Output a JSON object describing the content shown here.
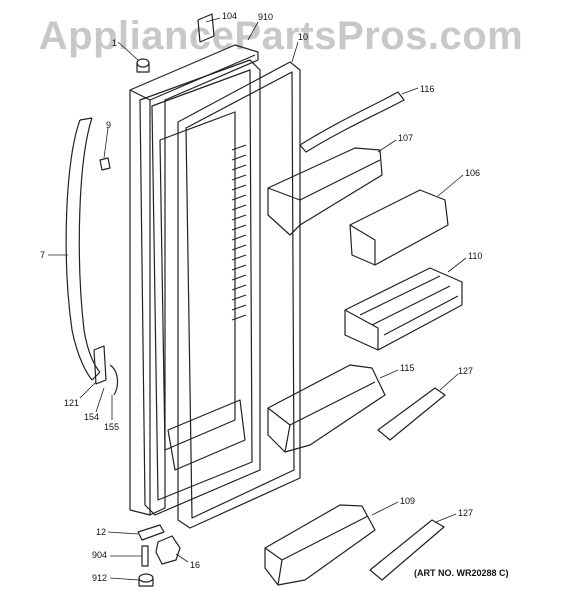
{
  "watermark": "AppliancePartsPros.com",
  "art_number": "(ART NO. WR20288 C)",
  "callouts": [
    {
      "id": "c104",
      "label": "104"
    },
    {
      "id": "c910",
      "label": "910"
    },
    {
      "id": "c10",
      "label": "10"
    },
    {
      "id": "c1",
      "label": "1"
    },
    {
      "id": "c116",
      "label": "116"
    },
    {
      "id": "c9",
      "label": "9"
    },
    {
      "id": "c107",
      "label": "107"
    },
    {
      "id": "c106",
      "label": "106"
    },
    {
      "id": "c7",
      "label": "7"
    },
    {
      "id": "c110",
      "label": "110"
    },
    {
      "id": "c115",
      "label": "115"
    },
    {
      "id": "c127a",
      "label": "127"
    },
    {
      "id": "c121",
      "label": "121"
    },
    {
      "id": "c154",
      "label": "154"
    },
    {
      "id": "c155",
      "label": "155"
    },
    {
      "id": "c109",
      "label": "109"
    },
    {
      "id": "c127b",
      "label": "127"
    },
    {
      "id": "c12",
      "label": "12"
    },
    {
      "id": "c904",
      "label": "904"
    },
    {
      "id": "c16",
      "label": "16"
    },
    {
      "id": "c912",
      "label": "912"
    }
  ]
}
